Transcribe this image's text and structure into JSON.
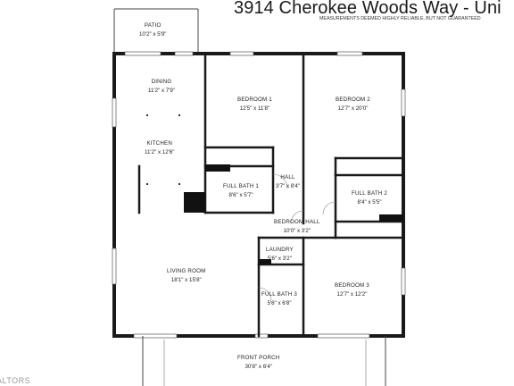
{
  "header": {
    "title": "3914 Cherokee Woods Way - Uni",
    "disclaimer": "MEASUREMENTS DEEMED HIGHLY RELIABLE, BUT NOT GUARANTEED"
  },
  "watermark": "ALTORS",
  "rooms": {
    "patio": {
      "name": "PATIO",
      "dim": "10'2\" x 5'9\""
    },
    "dining": {
      "name": "DINING",
      "dim": "11'2\" x 7'9\""
    },
    "kitchen": {
      "name": "KITCHEN",
      "dim": "11'2\" x 12'6\""
    },
    "bedroom1": {
      "name": "BEDROOM 1",
      "dim": "12'5\" x 11'8\""
    },
    "bedroom2": {
      "name": "BEDROOM 2",
      "dim": "12'7\" x 20'0\""
    },
    "fullbath1": {
      "name": "FULL BATH 1",
      "dim": "8'6\" x 5'7\""
    },
    "hall": {
      "name": "HALL",
      "dim": "3'7\" x 8'4\""
    },
    "fullbath2": {
      "name": "FULL BATH 2",
      "dim": "8'4\" x 5'5\""
    },
    "bedroomhall": {
      "name": "BEDROOM HALL",
      "dim": "10'0\" x 3'2\""
    },
    "laundry": {
      "name": "LAUNDRY",
      "dim": "5'6\" x 3'2\""
    },
    "livingroom": {
      "name": "LIVING ROOM",
      "dim": "18'1\" x 15'8\""
    },
    "fullbath3": {
      "name": "FULL BATH 3",
      "dim": "5'6\" x 6'8\""
    },
    "bedroom3": {
      "name": "BEDROOM 3",
      "dim": "12'7\" x 12'2\""
    },
    "frontporch": {
      "name": "FRONT PORCH",
      "dim": "30'8\" x 6'4\""
    }
  }
}
